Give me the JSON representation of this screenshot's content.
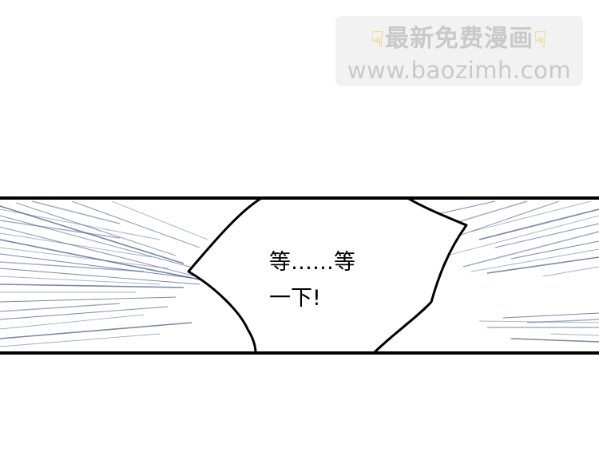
{
  "watermark": {
    "hand_icon": "pointing-down-hand-icon",
    "title": "最新免费漫画",
    "url": "www.baozimh.com"
  },
  "speech_bubble": {
    "line1": "等……等",
    "line2": "一下!"
  },
  "colors": {
    "speed_lines": "#4a5d8f",
    "panel_border": "#000000",
    "watermark_text": "#c9c9c9",
    "hand_icon": "#f3c449"
  }
}
